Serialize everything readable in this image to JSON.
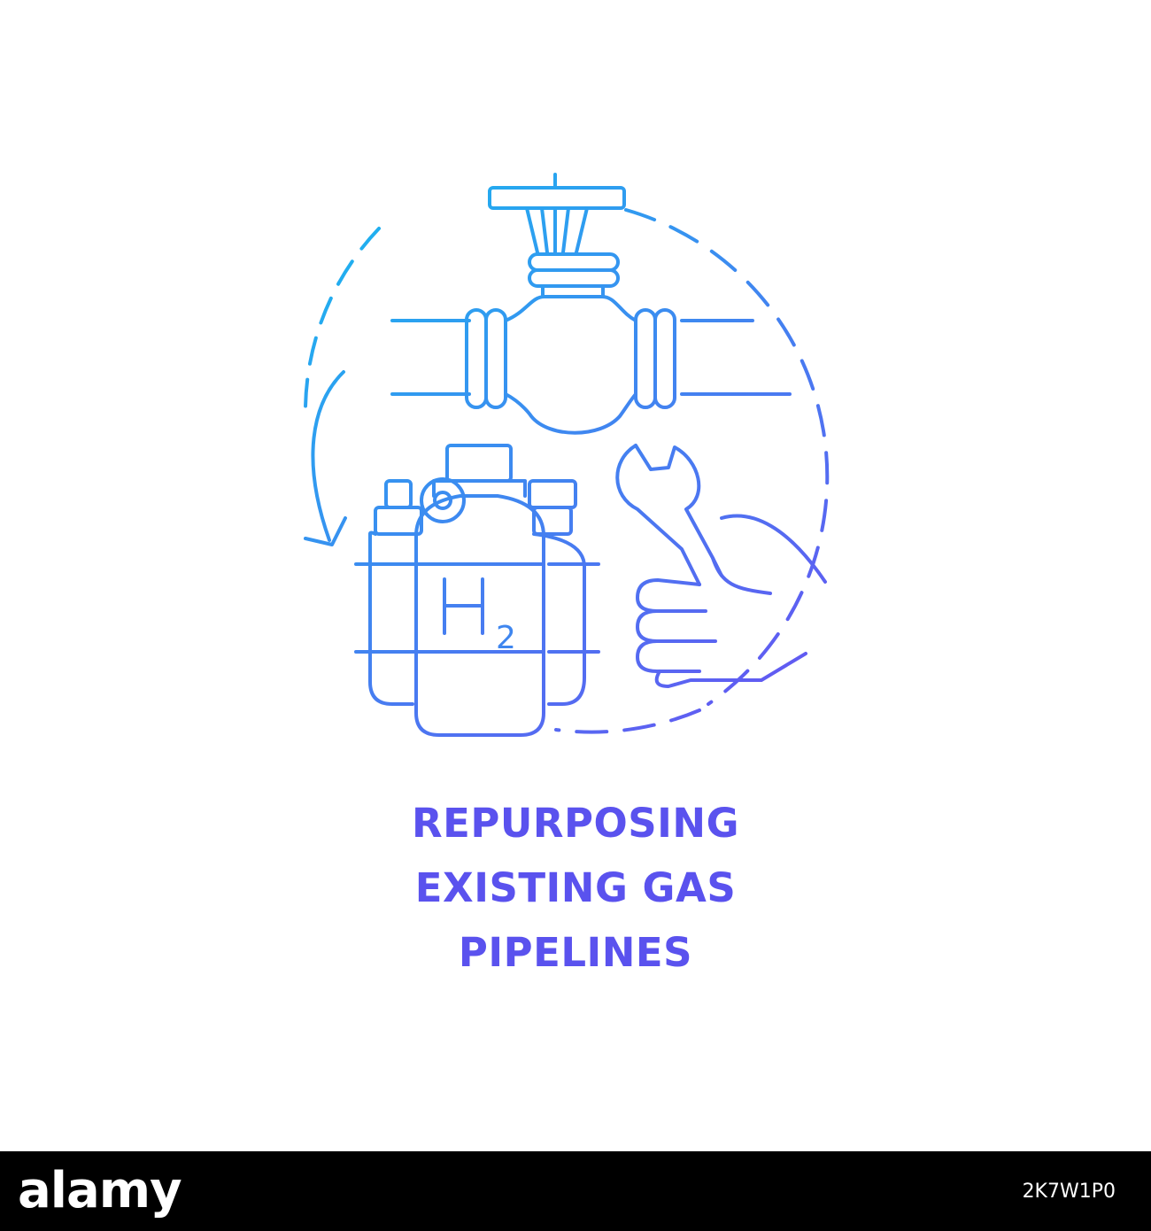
{
  "caption": {
    "line1": "REPURPOSING",
    "line2": "EXISTING GAS",
    "line3": "PIPELINES"
  },
  "cylinder_label": {
    "symbol": "H",
    "subscript": "2"
  },
  "footer": {
    "logo": "alamy",
    "image_code": "2K7W1P0"
  },
  "colors": {
    "gradient_start": "#1bb6ef",
    "gradient_end": "#6a4ff2",
    "caption": "#5a52ee",
    "footer_background": "#000000",
    "footer_text": "#ffffff"
  },
  "icons": [
    "pipeline-valve-icon",
    "hydrogen-cylinders-icon",
    "hand-wrench-icon",
    "curved-arrow-icon",
    "dashed-circle"
  ]
}
